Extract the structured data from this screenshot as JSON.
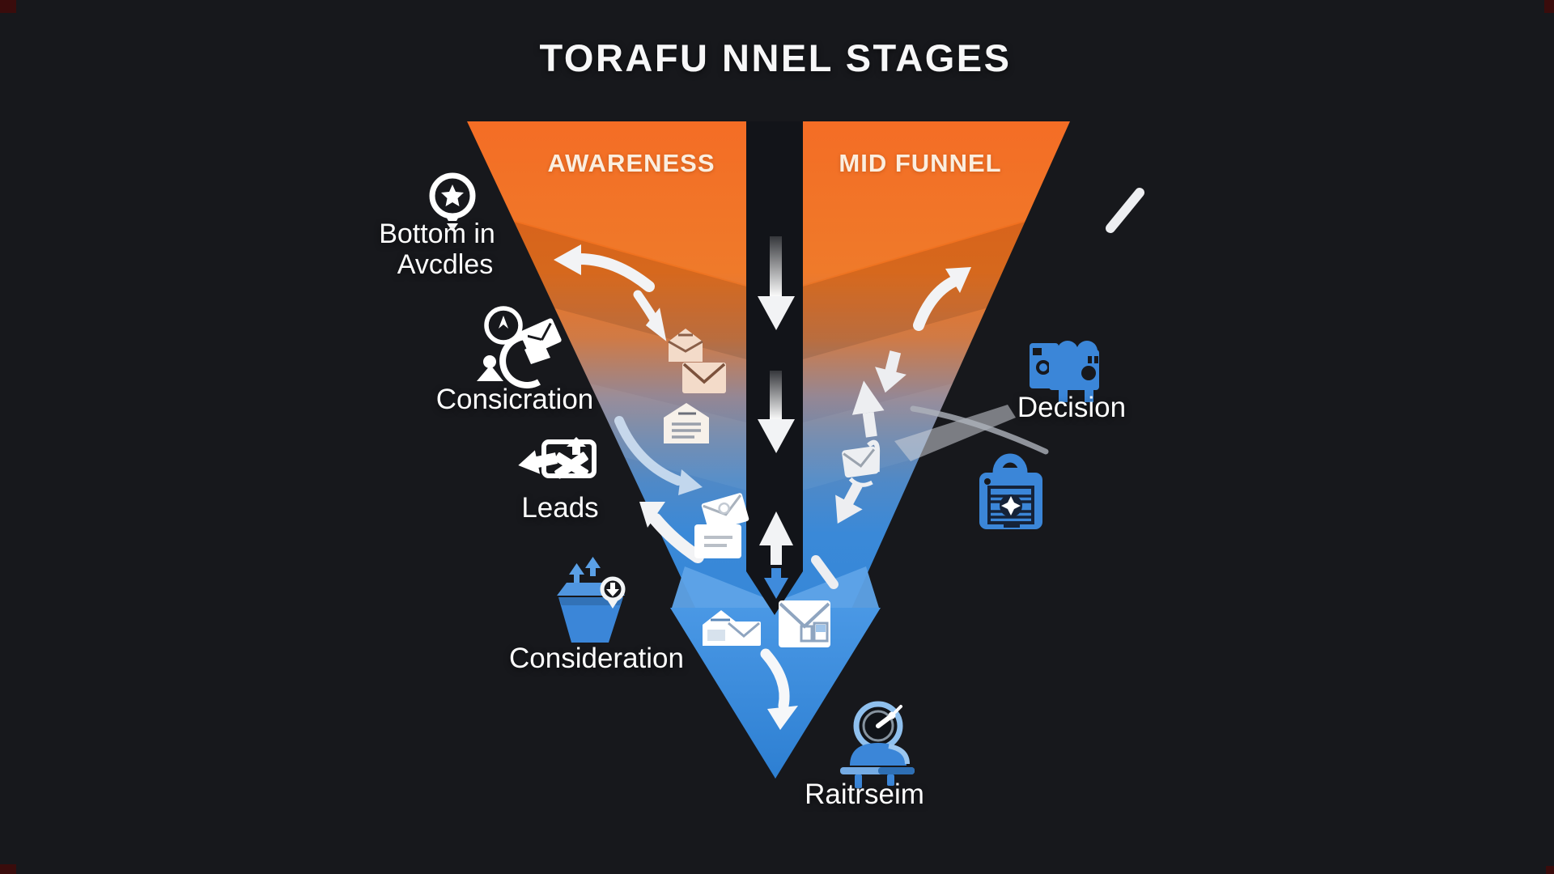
{
  "title": "TORAFU NNEL STAGES",
  "funnel": {
    "left_stage_label": "AWARENESS",
    "right_stage_label": "MID FUNNEL"
  },
  "side_labels": {
    "top_left_line1": "Bottom in",
    "top_left_line2": "Avcdles",
    "mid_left": "Consicration",
    "leads": "Leads",
    "bottom_left": "Consideration",
    "decision": "Decision",
    "retention": "Raitrseim"
  },
  "colors": {
    "background": "#17181C",
    "funnel_orange_top": "#F4671C",
    "funnel_orange": "#EF7421",
    "funnel_gray_mid": "#958794",
    "funnel_blue": "#2E85DA",
    "bottom_triangle_blue": "#3B90E2",
    "icon_blue": "#3B86D8",
    "cream_envelope": "#F3DBC9",
    "stage_text": "#FBEEDF",
    "white": "#F5F5F6",
    "center_strip": "#121419"
  },
  "icons": [
    "lightbulb-star-icon",
    "engagement-composite-icon",
    "leads-board-icon",
    "consideration-basket-icon",
    "decision-truck-icon",
    "clipboard-plus-icon",
    "retention-person-icon",
    "envelope-open-icon",
    "envelope-solid-icon",
    "mail-document-icon",
    "envelope-card-pair-icon",
    "crumpled-mail-icon",
    "house-envelope-icon",
    "small-envelope-icon",
    "parcel-envelope-icon"
  ]
}
